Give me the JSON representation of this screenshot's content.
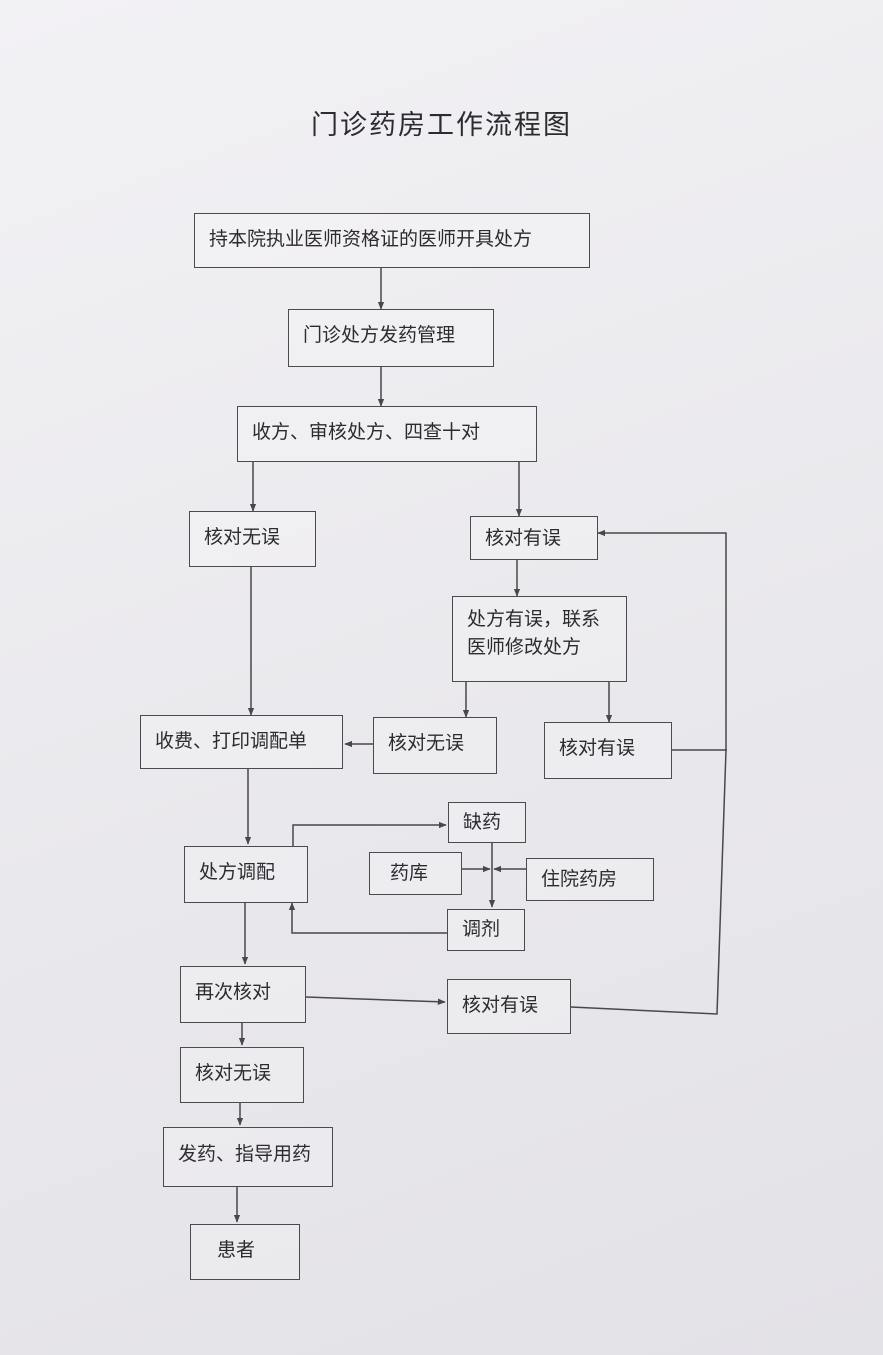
{
  "title": "门诊药房工作流程图",
  "nodes": {
    "prescribe": "持本院执业医师资格证的医师开具处方",
    "manage": "门诊处方发药管理",
    "review": "收方、审核处方、四查十对",
    "check_ok_1": "核对无误",
    "check_err_1": "核对有误",
    "contact_doctor": "处方有误，联系\n医师修改处方",
    "check_ok_2": "核对无误",
    "check_err_2": "核对有误",
    "charge_print": "收费、打印调配单",
    "dispense_prep": "处方调配",
    "shortage": "缺药",
    "warehouse": "药库",
    "inpatient_pharmacy": "住院药房",
    "transfer": "调剂",
    "recheck": "再次核对",
    "check_err_3": "核对有误",
    "check_ok_3": "核对无误",
    "dispense_guide": "发药、指导用药",
    "patient": "患者"
  }
}
